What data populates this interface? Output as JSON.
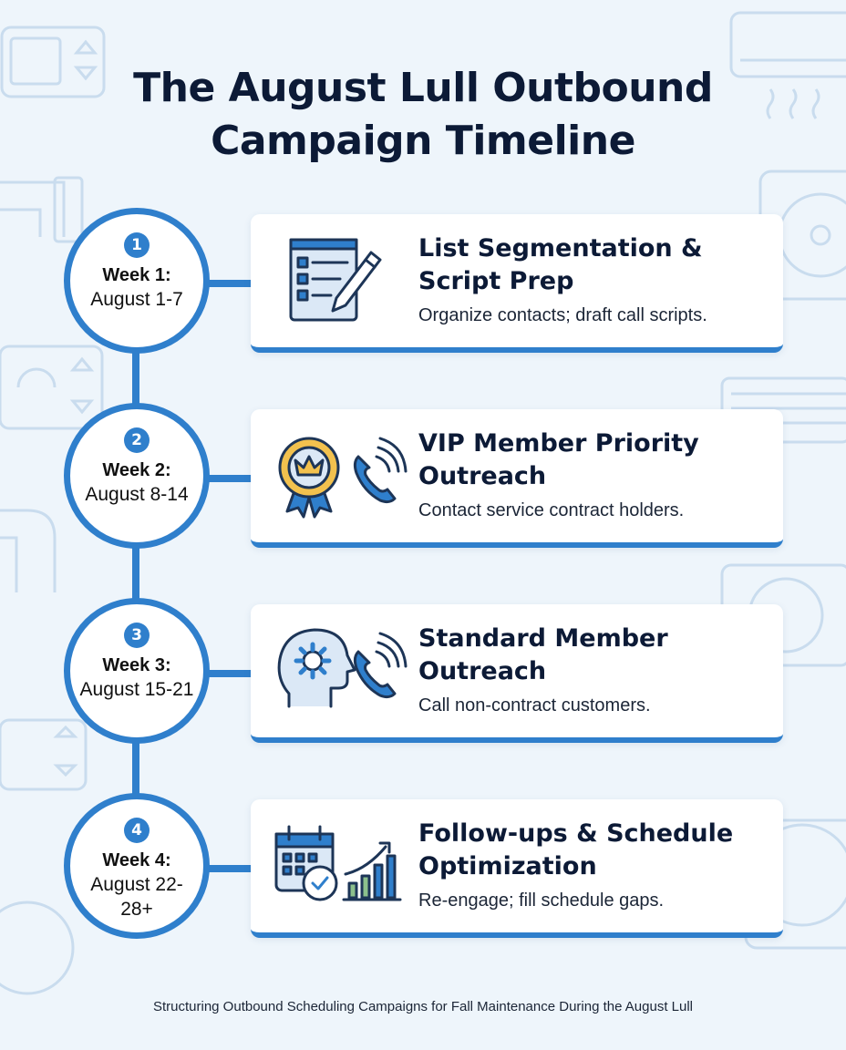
{
  "title": {
    "line1": "The August Lull Outbound",
    "line2": "Campaign Timeline"
  },
  "weeks": [
    {
      "number": "1",
      "label": "Week 1:",
      "dates": "August 1-7",
      "card_title": "List Segmentation & Script Prep",
      "card_desc": "Organize contacts; draft call scripts.",
      "icon": "checklist-pencil-icon"
    },
    {
      "number": "2",
      "label": "Week 2:",
      "dates": "August 8-14",
      "card_title": "VIP Member Priority Outreach",
      "card_desc": "Contact service contract holders.",
      "icon": "award-badge-phone-icon"
    },
    {
      "number": "3",
      "label": "Week 3:",
      "dates": "August 15-21",
      "card_title": "Standard Member Outreach",
      "card_desc": "Call non-contract customers.",
      "icon": "head-gear-phone-icon"
    },
    {
      "number": "4",
      "label": "Week 4:",
      "dates": "August 22-28+",
      "card_title": "Follow-ups & Schedule Optimization",
      "card_desc": "Re-engage; fill schedule gaps.",
      "icon": "calendar-growth-chart-icon"
    }
  ],
  "footer": "Structuring Outbound Scheduling Campaigns for Fall Maintenance During the August Lull",
  "colors": {
    "accent": "#2f7fcc",
    "background": "#eef5fb",
    "title": "#0c1a36",
    "icon_fill": "#dbe8f6",
    "gold": "#f2c14e"
  }
}
